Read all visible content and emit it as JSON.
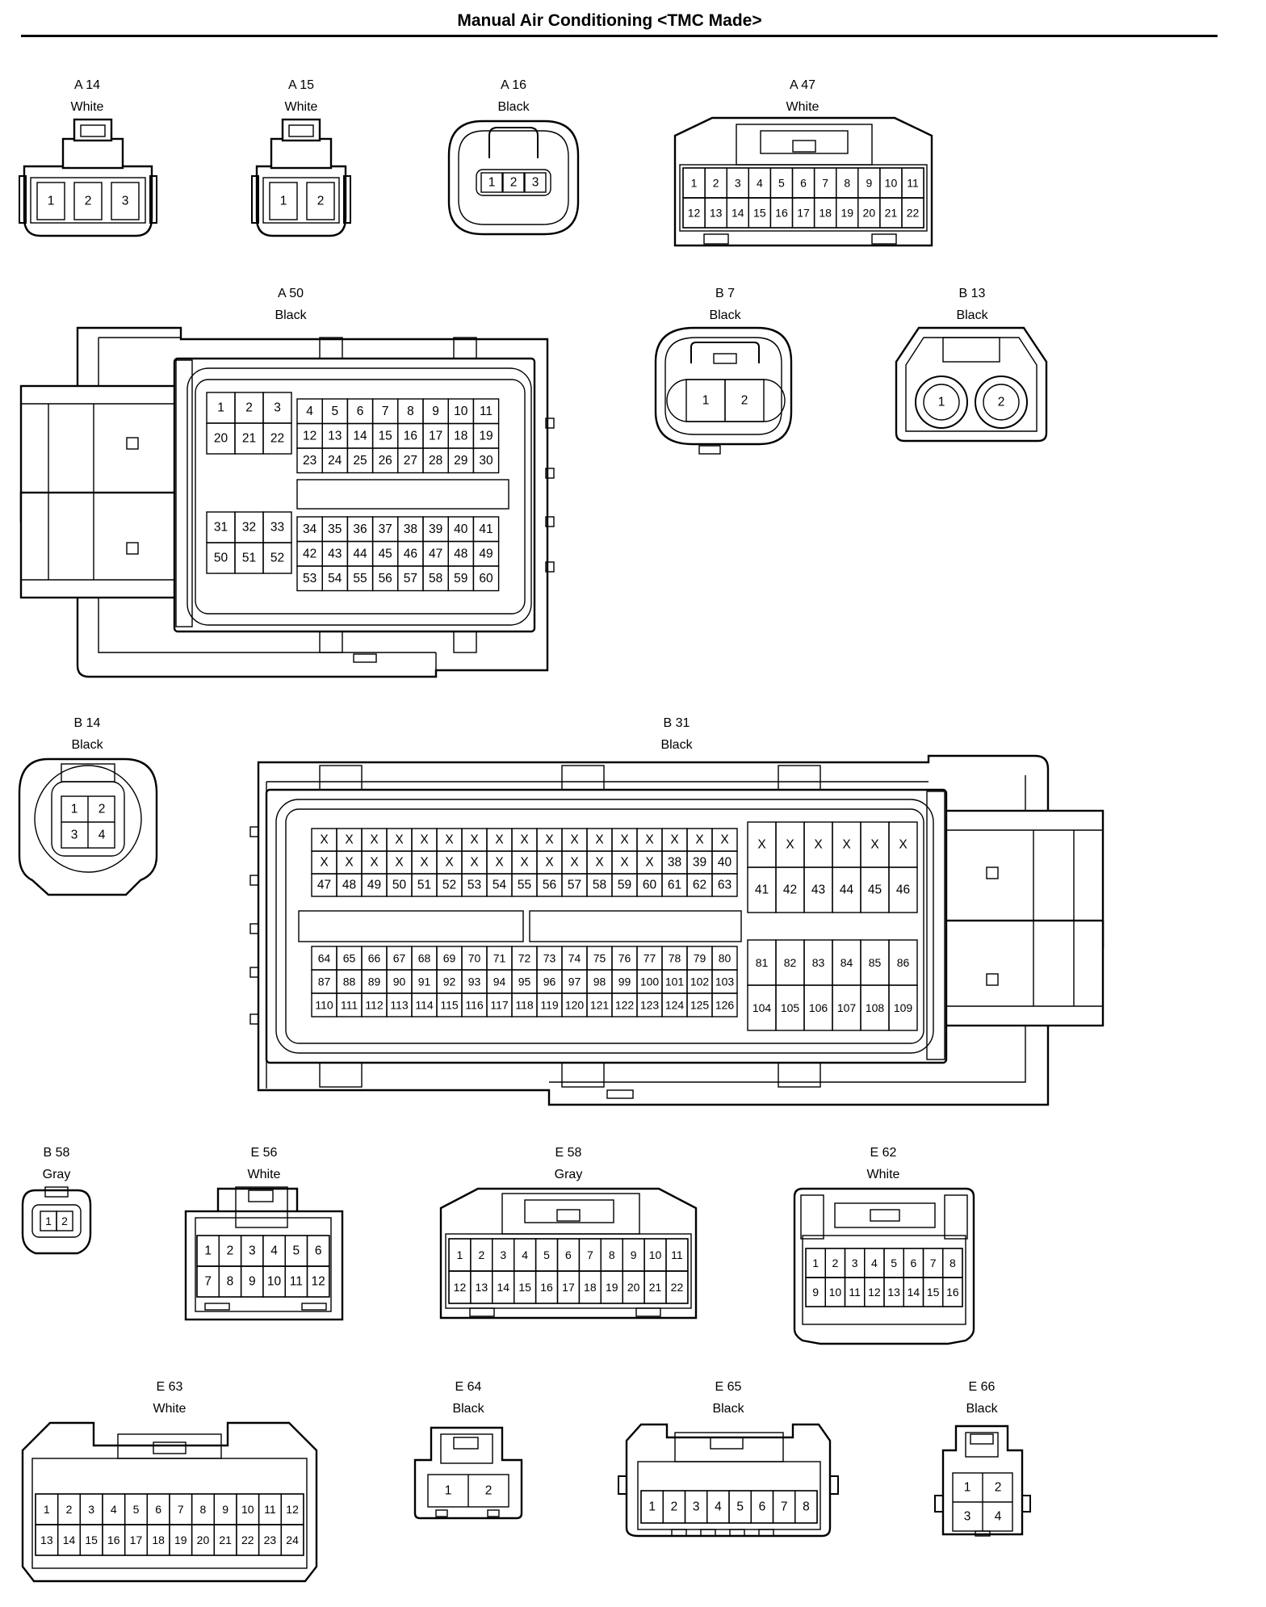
{
  "page": {
    "title": "Manual Air Conditioning <TMC Made>"
  },
  "connectors": [
    {
      "id": "A 14",
      "color": "White",
      "pins": [
        "1",
        "2",
        "3"
      ]
    },
    {
      "id": "A 15",
      "color": "White",
      "pins": [
        "1",
        "2"
      ]
    },
    {
      "id": "A 16",
      "color": "Black",
      "pins": [
        "1",
        "2",
        "3"
      ]
    },
    {
      "id": "A 47",
      "color": "White",
      "rows": [
        [
          "1",
          "2",
          "3",
          "4",
          "5",
          "6",
          "7",
          "8",
          "9",
          "10",
          "11"
        ],
        [
          "12",
          "13",
          "14",
          "15",
          "16",
          "17",
          "18",
          "19",
          "20",
          "21",
          "22"
        ]
      ]
    },
    {
      "id": "A 50",
      "color": "Black",
      "block_top_left": [
        [
          "1",
          "2",
          "3"
        ],
        [
          "20",
          "21",
          "22"
        ]
      ],
      "block_top_right": [
        [
          "4",
          "5",
          "6",
          "7",
          "8",
          "9",
          "10",
          "11"
        ],
        [
          "12",
          "13",
          "14",
          "15",
          "16",
          "17",
          "18",
          "19"
        ],
        [
          "23",
          "24",
          "25",
          "26",
          "27",
          "28",
          "29",
          "30"
        ]
      ],
      "block_bottom_left": [
        [
          "31",
          "32",
          "33"
        ],
        [
          "50",
          "51",
          "52"
        ]
      ],
      "block_bottom_right": [
        [
          "34",
          "35",
          "36",
          "37",
          "38",
          "39",
          "40",
          "41"
        ],
        [
          "42",
          "43",
          "44",
          "45",
          "46",
          "47",
          "48",
          "49"
        ],
        [
          "53",
          "54",
          "55",
          "56",
          "57",
          "58",
          "59",
          "60"
        ]
      ]
    },
    {
      "id": "B 7",
      "color": "Black",
      "pins": [
        "1",
        "2"
      ]
    },
    {
      "id": "B 13",
      "color": "Black",
      "pins": [
        "1",
        "2"
      ]
    },
    {
      "id": "B 14",
      "color": "Black",
      "rows": [
        [
          "1",
          "2"
        ],
        [
          "3",
          "4"
        ]
      ]
    },
    {
      "id": "B 31",
      "color": "Black",
      "block_top_main": [
        [
          "X",
          "X",
          "X",
          "X",
          "X",
          "X",
          "X",
          "X",
          "X",
          "X",
          "X",
          "X",
          "X",
          "X",
          "X",
          "X",
          "X"
        ],
        [
          "X",
          "X",
          "X",
          "X",
          "X",
          "X",
          "X",
          "X",
          "X",
          "X",
          "X",
          "X",
          "X",
          "X",
          "38",
          "39",
          "40"
        ],
        [
          "47",
          "48",
          "49",
          "50",
          "51",
          "52",
          "53",
          "54",
          "55",
          "56",
          "57",
          "58",
          "59",
          "60",
          "61",
          "62",
          "63"
        ]
      ],
      "block_top_side": [
        [
          "X",
          "X",
          "X",
          "X",
          "X",
          "X"
        ],
        [
          "41",
          "42",
          "43",
          "44",
          "45",
          "46"
        ]
      ],
      "block_bottom_main": [
        [
          "64",
          "65",
          "66",
          "67",
          "68",
          "69",
          "70",
          "71",
          "72",
          "73",
          "74",
          "75",
          "76",
          "77",
          "78",
          "79",
          "80"
        ],
        [
          "87",
          "88",
          "89",
          "90",
          "91",
          "92",
          "93",
          "94",
          "95",
          "96",
          "97",
          "98",
          "99",
          "100",
          "101",
          "102",
          "103"
        ],
        [
          "110",
          "111",
          "112",
          "113",
          "114",
          "115",
          "116",
          "117",
          "118",
          "119",
          "120",
          "121",
          "122",
          "123",
          "124",
          "125",
          "126"
        ]
      ],
      "block_bottom_side": [
        [
          "81",
          "82",
          "83",
          "84",
          "85",
          "86"
        ],
        [
          "104",
          "105",
          "106",
          "107",
          "108",
          "109"
        ]
      ]
    },
    {
      "id": "B 58",
      "color": "Gray",
      "pins": [
        "1",
        "2"
      ]
    },
    {
      "id": "E 56",
      "color": "White",
      "rows": [
        [
          "1",
          "2",
          "3",
          "4",
          "5",
          "6"
        ],
        [
          "7",
          "8",
          "9",
          "10",
          "11",
          "12"
        ]
      ]
    },
    {
      "id": "E 58",
      "color": "Gray",
      "rows": [
        [
          "1",
          "2",
          "3",
          "4",
          "5",
          "6",
          "7",
          "8",
          "9",
          "10",
          "11"
        ],
        [
          "12",
          "13",
          "14",
          "15",
          "16",
          "17",
          "18",
          "19",
          "20",
          "21",
          "22"
        ]
      ]
    },
    {
      "id": "E 62",
      "color": "White",
      "rows": [
        [
          "1",
          "2",
          "3",
          "4",
          "5",
          "6",
          "7",
          "8"
        ],
        [
          "9",
          "10",
          "11",
          "12",
          "13",
          "14",
          "15",
          "16"
        ]
      ]
    },
    {
      "id": "E 63",
      "color": "White",
      "rows": [
        [
          "1",
          "2",
          "3",
          "4",
          "5",
          "6",
          "7",
          "8",
          "9",
          "10",
          "11",
          "12"
        ],
        [
          "13",
          "14",
          "15",
          "16",
          "17",
          "18",
          "19",
          "20",
          "21",
          "22",
          "23",
          "24"
        ]
      ]
    },
    {
      "id": "E 64",
      "color": "Black",
      "pins": [
        "1",
        "2"
      ]
    },
    {
      "id": "E 65",
      "color": "Black",
      "pins": [
        "1",
        "2",
        "3",
        "4",
        "5",
        "6",
        "7",
        "8"
      ]
    },
    {
      "id": "E 66",
      "color": "Black",
      "rows": [
        [
          "1",
          "2"
        ],
        [
          "3",
          "4"
        ]
      ]
    }
  ]
}
